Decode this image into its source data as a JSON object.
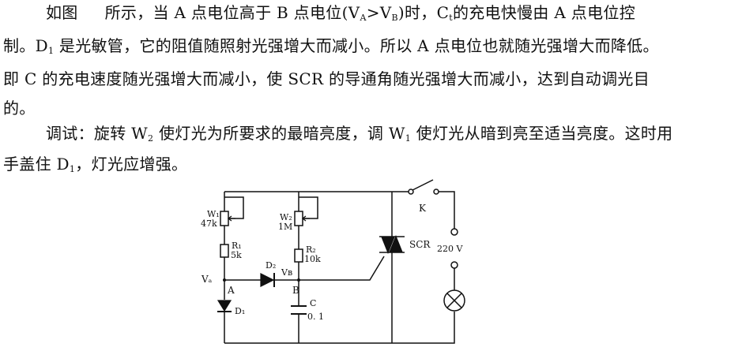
{
  "paragraph1": {
    "l1_a": "如图",
    "l1_b": "所示，当 A 点电位高于 B 点电位(V",
    "l1_sub_a": "A",
    "l1_c": ">V",
    "l1_sub_b": "B",
    "l1_d": ")时，C",
    "l1_sub_c": "t",
    "l1_e": "的充电快慢由 A 点电位控",
    "l2_a": "制。D",
    "l2_sub": "1",
    "l2_b": " 是光敏管，它的阻值随照射光强增大而减小。所以 A 点电位也就随光强增大而降低。",
    "l3": "即 C 的充电速度随光强增大而减小，使 SCR 的导通角随光强增大而减小，达到自动调光目",
    "l4": "的。"
  },
  "paragraph2": {
    "l5_a": "调试：旋转 W",
    "l5_sub_a": "2",
    "l5_b": " 使灯光为所要求的最暗亮度，调 W",
    "l5_sub_b": "1",
    "l5_c": " 使灯光从暗到亮至适当亮度。这时用",
    "l6_a": "手盖住 D",
    "l6_sub": "1",
    "l6_b": "，灯光应增强。"
  },
  "circuit": {
    "w1_name": "W₁",
    "w1_value": "47k",
    "w2_name": "W₂",
    "w2_value": "1M",
    "r1_name": "R₁",
    "r1_value": "5k",
    "r2_name": "R₂",
    "r2_value": "10k",
    "d2_name": "D₂",
    "d1_name": "D₁",
    "va_label": "Vₐ",
    "vb_label": "Vʙ",
    "node_a": "A",
    "node_b": "B",
    "c_name": "C",
    "c_value": "0. 1",
    "scr_label": "SCR",
    "k_label": "K",
    "supply_label": "220 V"
  }
}
